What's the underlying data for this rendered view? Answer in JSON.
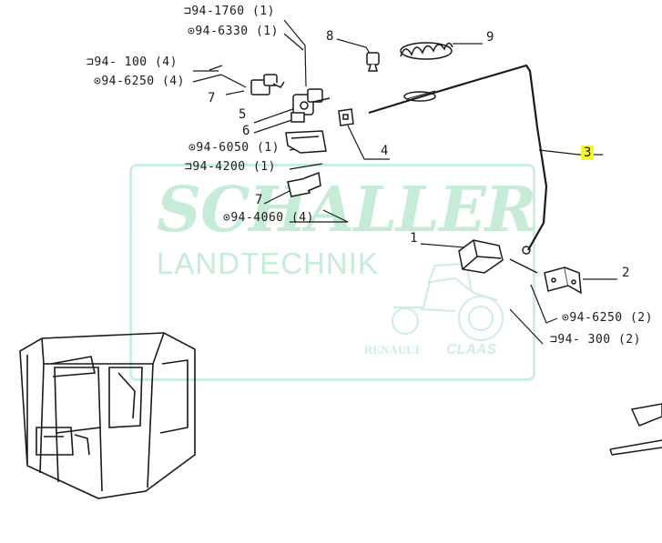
{
  "watermark": {
    "brand": "SCHALLER",
    "subtitle": "LANDTECHNIK",
    "logo_left": "RENAULT",
    "logo_right": "CLAAS",
    "color": "#c6ecd7"
  },
  "hardware_labels": [
    {
      "id": "hw-94-1760",
      "text": "⊐94-1760 (1)"
    },
    {
      "id": "hw-94-6330",
      "text": "⊙94-6330 (1)"
    },
    {
      "id": "hw-94-100",
      "text": "⊐94- 100 (4)"
    },
    {
      "id": "hw-94-6250-a",
      "text": "⊙94-6250 (4)"
    },
    {
      "id": "hw-94-6050",
      "text": "⊙94-6050 (1)"
    },
    {
      "id": "hw-94-4200",
      "text": "⊐94-4200 (1)"
    },
    {
      "id": "hw-94-4060",
      "text": "⊙94-4060 (4)"
    },
    {
      "id": "hw-94-6250-b",
      "text": "⊙94-6250 (2)"
    },
    {
      "id": "hw-94-300",
      "text": "⊐94- 300 (2)"
    }
  ],
  "callouts": {
    "c8": "8",
    "c9": "9",
    "c7a": "7",
    "c5": "5",
    "c6": "6",
    "c4": "4",
    "c3": "3",
    "c7b": "7",
    "c1": "1",
    "c2": "2"
  },
  "highlight_color": "#f5f534"
}
